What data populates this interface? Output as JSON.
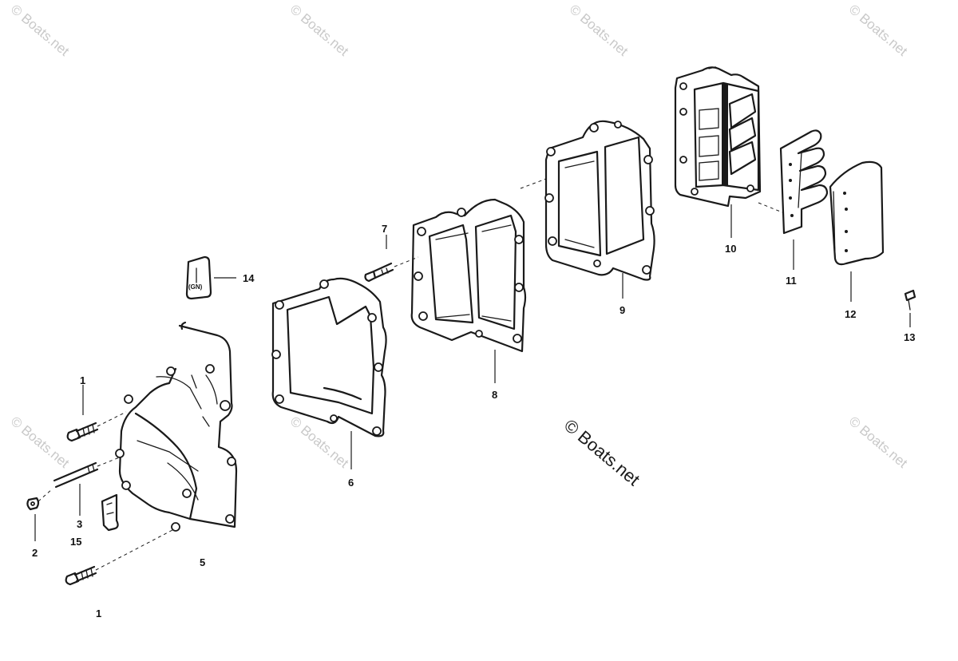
{
  "diagram": {
    "watermark_text": "© Boats.net",
    "part_callouts": [
      "1",
      "2",
      "3",
      "5",
      "6",
      "7",
      "8",
      "9",
      "10",
      "11",
      "12",
      "13",
      "14",
      "15",
      "1"
    ],
    "tag_text": "(GN)"
  }
}
